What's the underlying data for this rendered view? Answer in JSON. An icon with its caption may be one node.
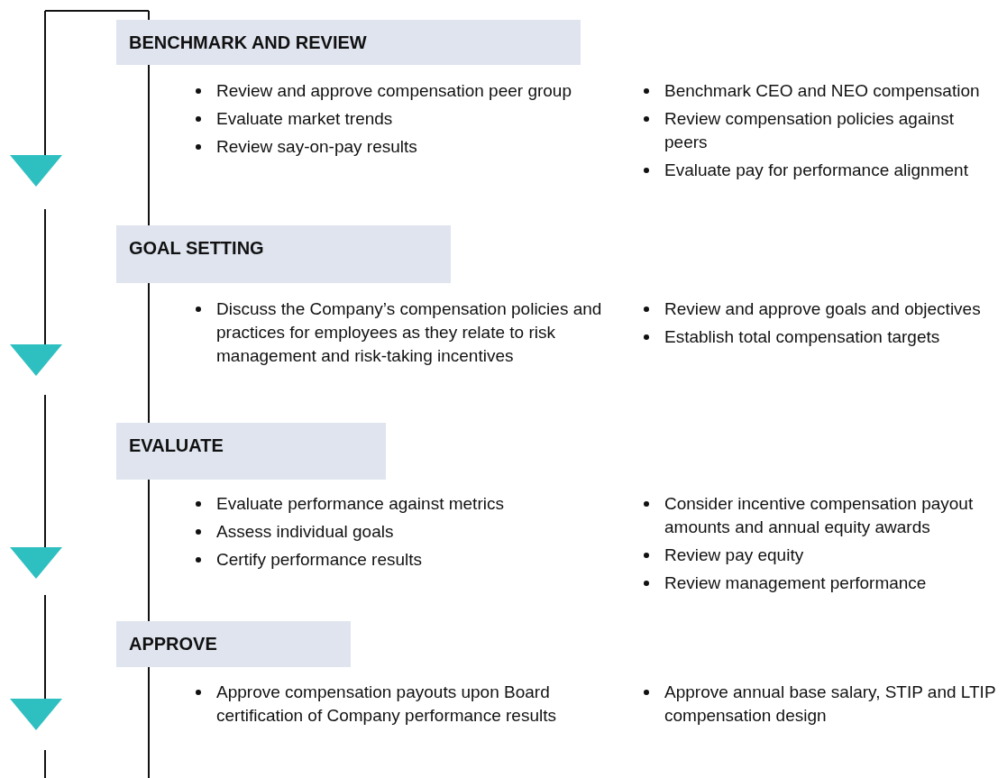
{
  "diagram": {
    "nodes": [
      {
        "text": [
          "BENCHMARK AND REVIEW"
        ]
      },
      {
        "text": [
          "GOAL SETTING"
        ]
      },
      {
        "text": [
          "EVALUATE"
        ]
      },
      {
        "text": [
          "APPROVE"
        ]
      }
    ],
    "labels": [
      "Review and approve compensation peer group",
      "Evaluate market trends",
      "Review say-on-pay results",
      "Benchmark CEO and NEO compensation",
      "Review compensation policies against peers",
      "Evaluate pay for performance alignment",
      "Discuss the Company’s compensation policies and practices for employees as they relate to risk management and risk-taking incentives",
      "Review and approve goals and objectives",
      "Establish total compensation targets",
      "Evaluate performance against metrics",
      "Assess individual goals",
      "Certify performance results",
      "Consider incentive compensation payout amounts and annual equity awards",
      "Review pay equity",
      "Review management performance",
      "Approve compensation payouts upon Board certification of Company performance results",
      "Approve annual base salary, STIP and LTIP compensation design"
    ]
  }
}
